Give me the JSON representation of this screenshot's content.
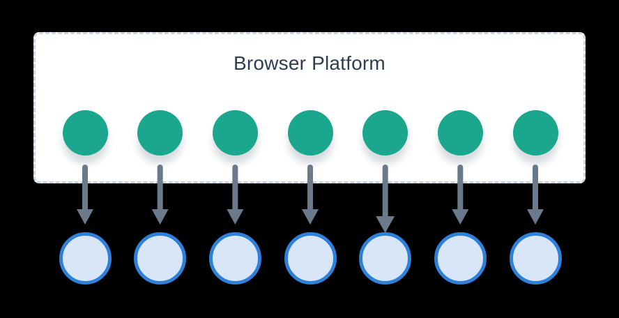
{
  "diagram": {
    "title": "Browser Platform",
    "platform_nodes_count": 7,
    "client_nodes_count": 7,
    "arrows_count": 7,
    "colors": {
      "background": "#000000",
      "box_background": "#FFFFFF",
      "box_border": "#C9D4DF",
      "title_text": "#2E3E50",
      "platform_node": "#1AA78D",
      "arrow": "#6B7A8A",
      "client_node_fill": "#D8E6F8",
      "client_node_stroke": "#2E80D9"
    }
  }
}
